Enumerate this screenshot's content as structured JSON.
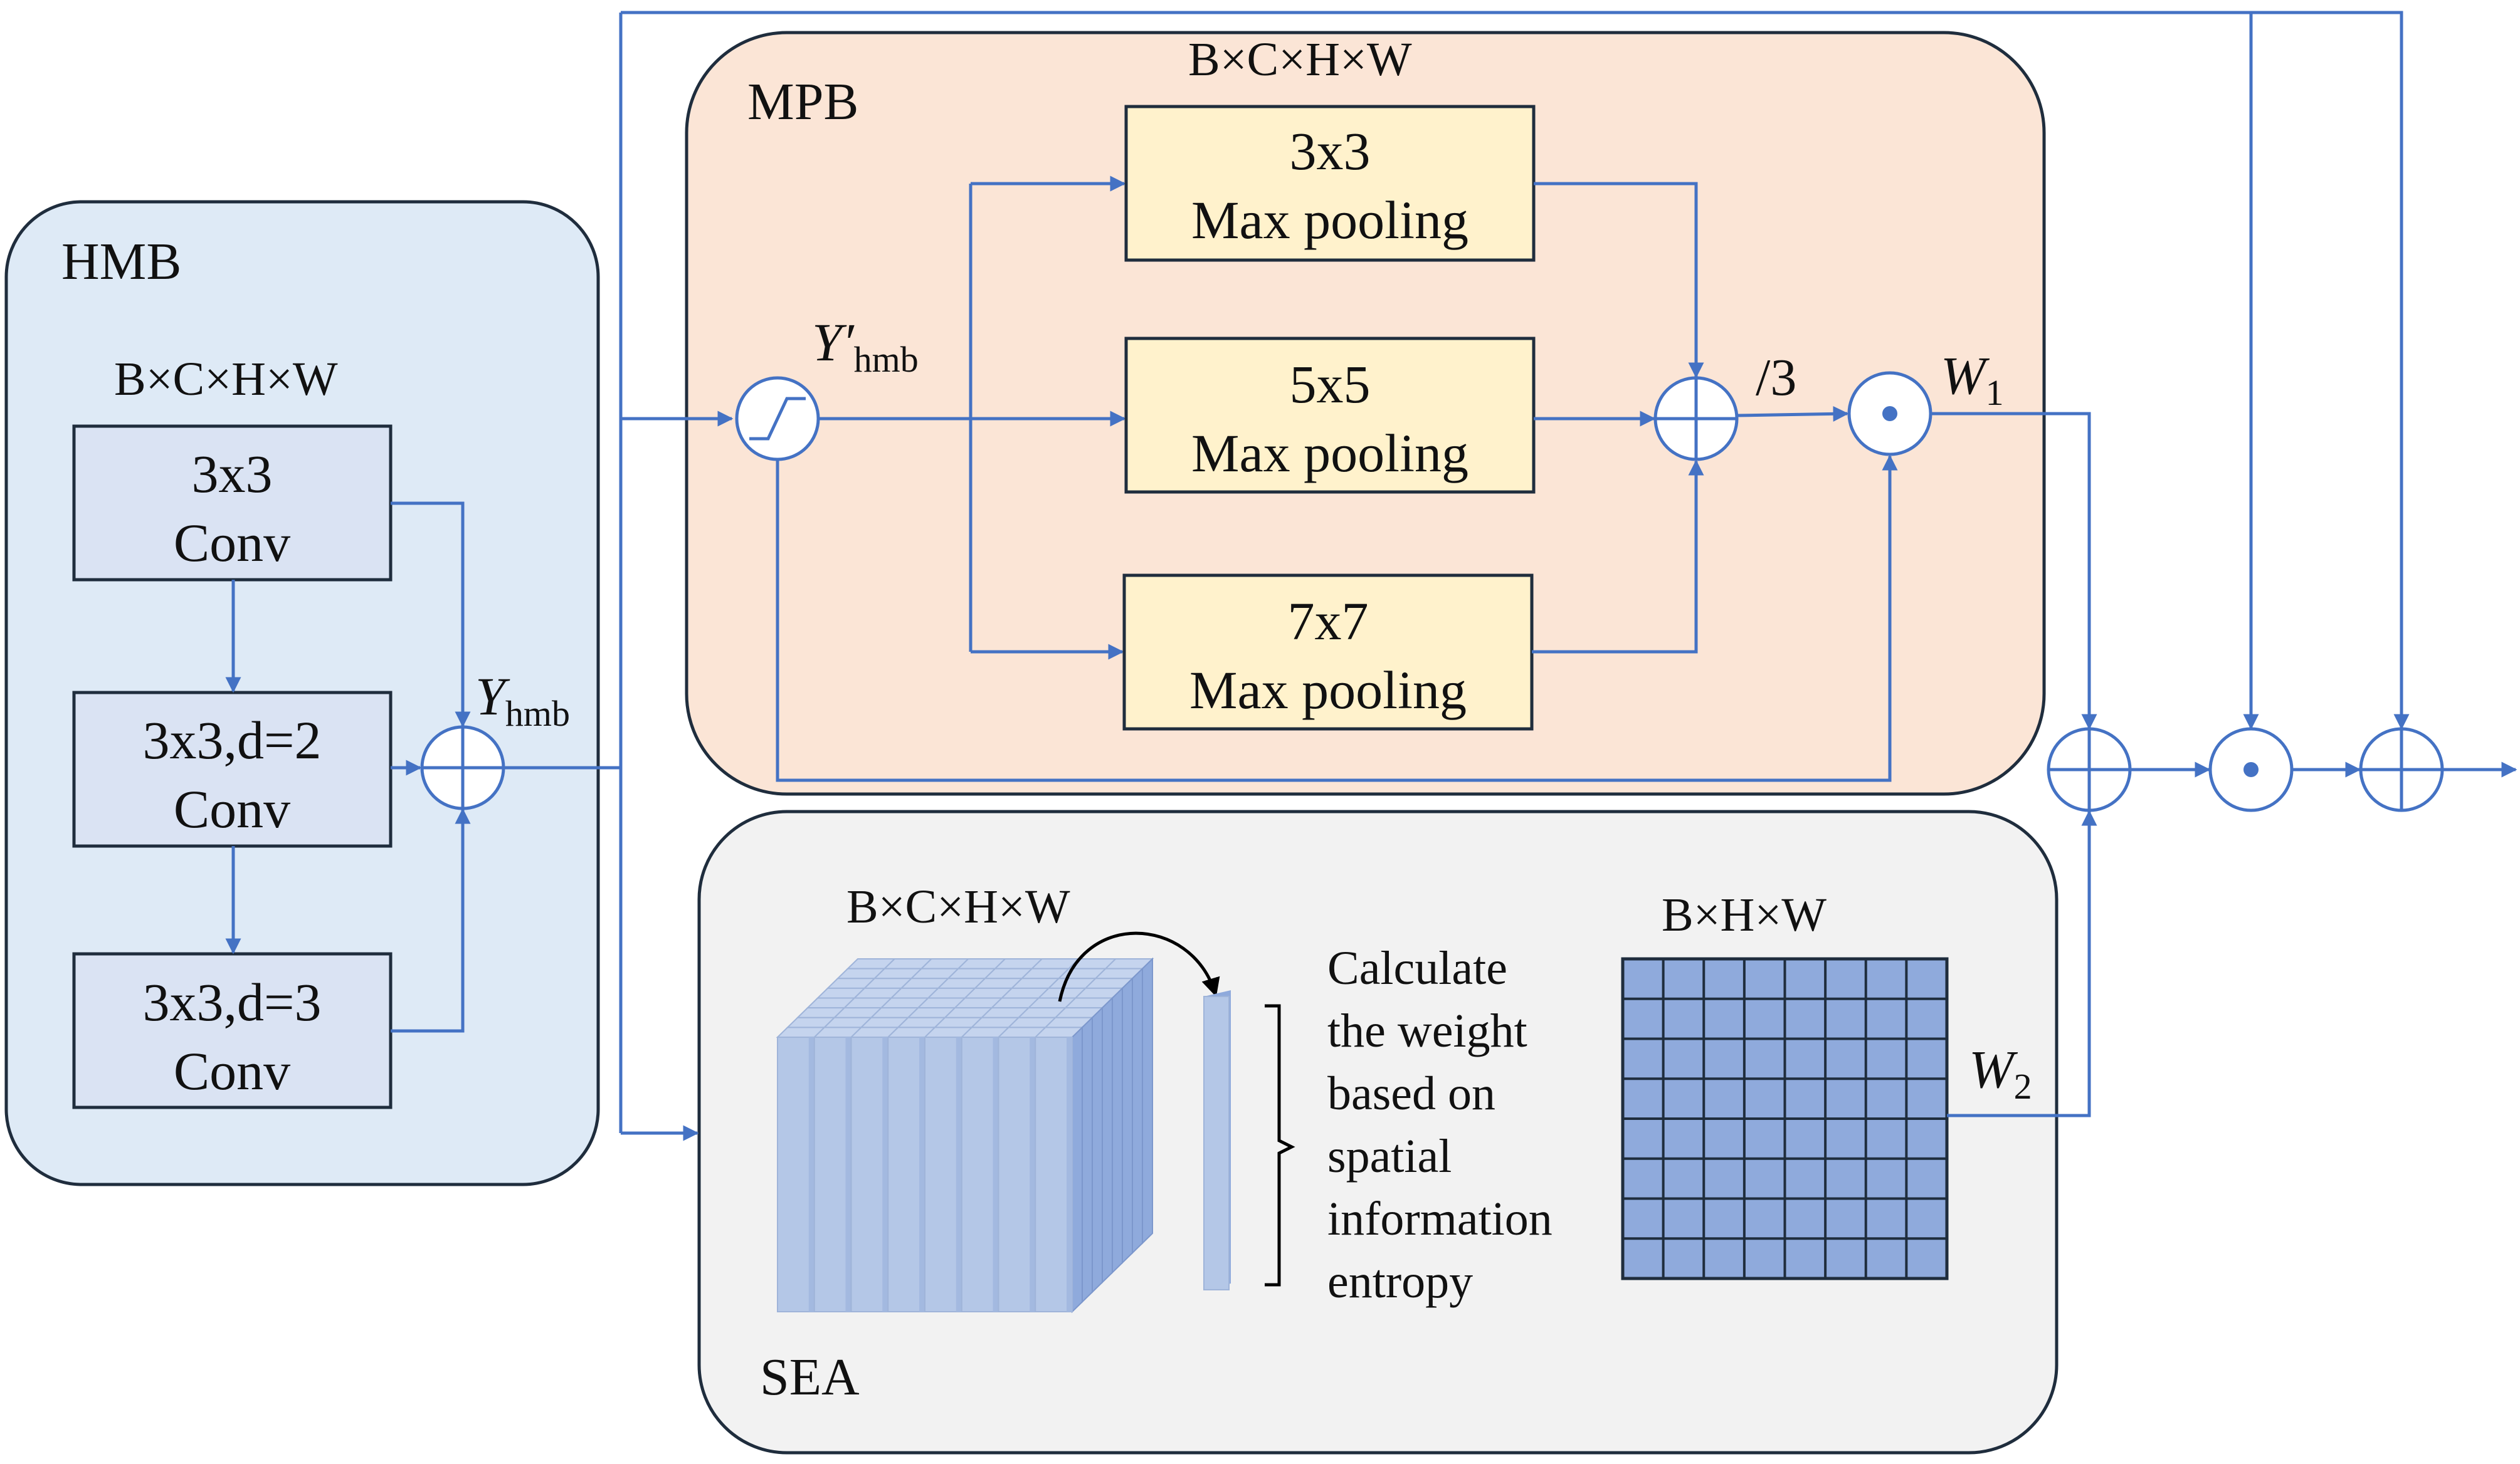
{
  "colors": {
    "line": "#4472c4",
    "hmb_fill": "#deeaf6",
    "mpb_fill": "#fbe5d6",
    "sea_fill": "#f2f2f2",
    "conv_fill": "#dae3f3",
    "pool_fill": "#fff2cc",
    "tensor_fill": "#b4c7e7",
    "grid_fill": "#8faadc",
    "border": "#1f2d3d"
  },
  "hmb": {
    "title": "HMB",
    "dim": "B×C×H×W",
    "conv1": {
      "line1": "3x3",
      "line2": "Conv"
    },
    "conv2": {
      "line1": "3x3,d=2",
      "line2": "Conv"
    },
    "conv3": {
      "line1": "3x3,d=3",
      "line2": "Conv"
    },
    "output": {
      "base": "Y",
      "sub": "hmb"
    }
  },
  "mpb": {
    "title": "MPB",
    "dim": "B×C×H×W",
    "input": {
      "base": "Y′",
      "sub": "hmb"
    },
    "pool1": {
      "line1": "3x3",
      "line2": "Max pooling"
    },
    "pool2": {
      "line1": "5x5",
      "line2": "Max pooling"
    },
    "pool3": {
      "line1": "7x7",
      "line2": "Max pooling"
    },
    "divide": "/3",
    "weight": {
      "base": "W",
      "sub": "1"
    }
  },
  "sea": {
    "title": "SEA",
    "tensor_dim": "B×C×H×W",
    "map_dim": "B×H×W",
    "description": [
      "Calculate",
      "the weight",
      "based on",
      "spatial",
      "information",
      "entropy"
    ],
    "weight": {
      "base": "W",
      "sub": "2"
    }
  },
  "icons": [
    "sigmoid-icon",
    "element-sum-icon",
    "element-multiply-icon",
    "arrow-icon",
    "curved-arrow-icon",
    "brace-icon"
  ]
}
